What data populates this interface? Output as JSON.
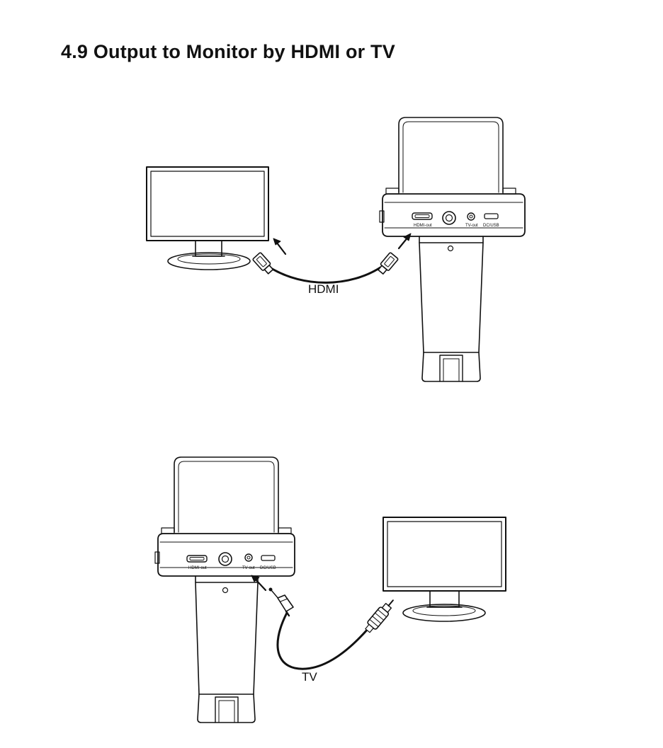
{
  "page": {
    "title": "4.9  Output to Monitor by HDMI or TV"
  },
  "figure_hdmi": {
    "cable_label": "HDMI",
    "ports": [
      "HDMI-out",
      "TV-out",
      "DC/USB"
    ]
  },
  "figure_tv": {
    "cable_label": "TV",
    "ports": [
      "HDMI-out",
      "TV-out",
      "DC/USB"
    ]
  }
}
